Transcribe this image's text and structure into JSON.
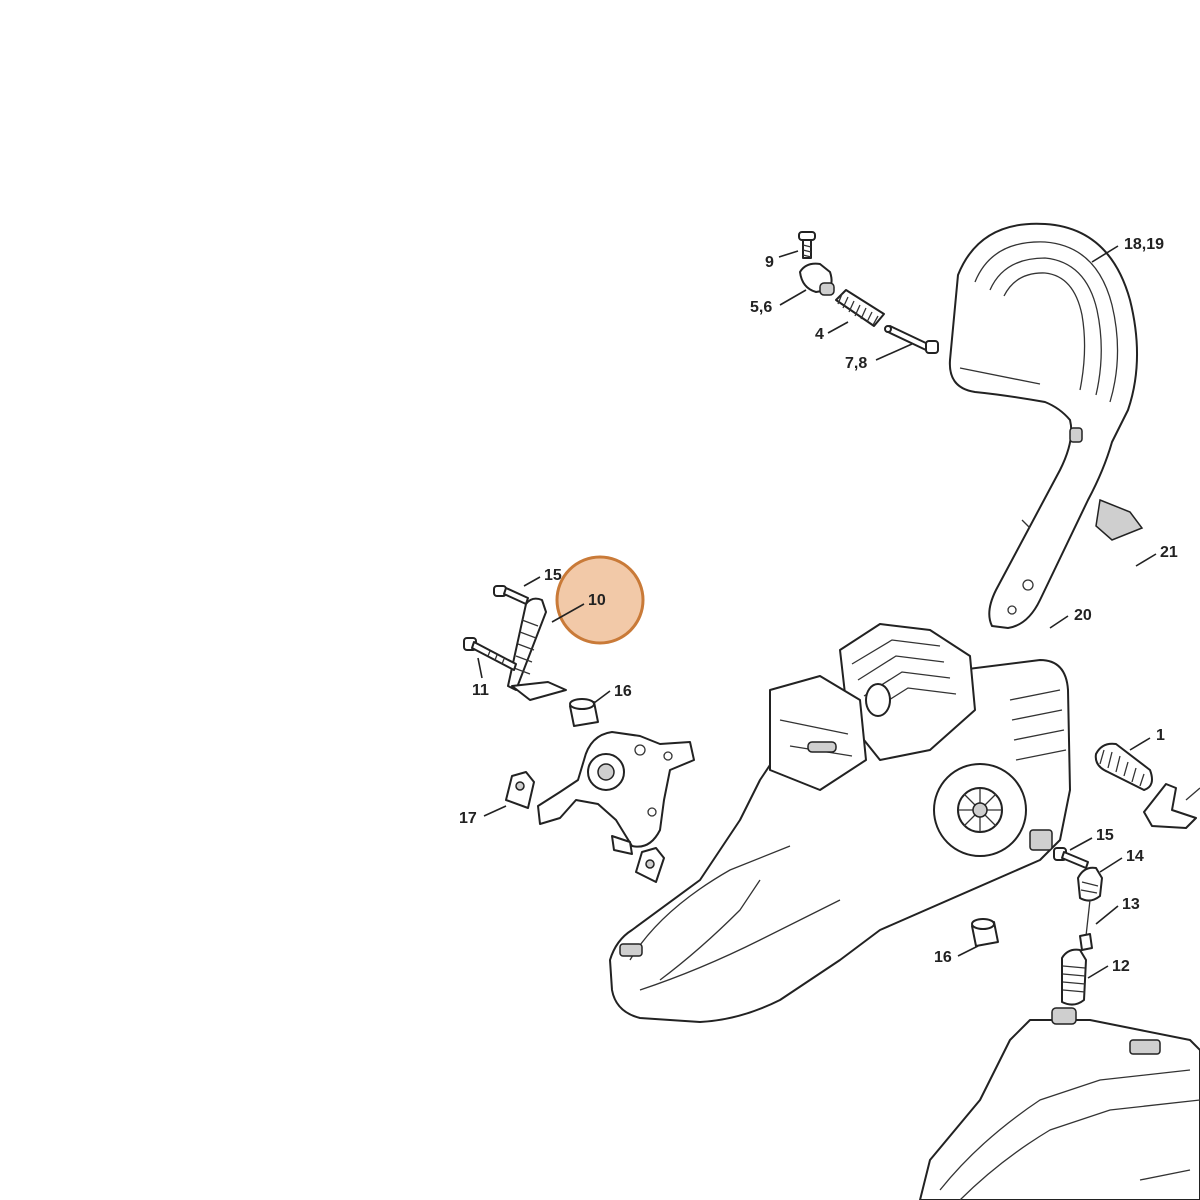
{
  "diagram": {
    "highlight": {
      "label": "10",
      "fill": "#f2c9a8",
      "stroke": "#c97a38"
    },
    "callouts": [
      {
        "id": "9",
        "text": "9"
      },
      {
        "id": "5-6",
        "text": "5,6"
      },
      {
        "id": "4",
        "text": "4"
      },
      {
        "id": "7-8",
        "text": "7,8"
      },
      {
        "id": "18-19",
        "text": "18,19"
      },
      {
        "id": "21",
        "text": "21"
      },
      {
        "id": "20",
        "text": "20"
      },
      {
        "id": "15a",
        "text": "15"
      },
      {
        "id": "11",
        "text": "11"
      },
      {
        "id": "16a",
        "text": "16"
      },
      {
        "id": "17",
        "text": "17"
      },
      {
        "id": "1",
        "text": "1"
      },
      {
        "id": "15b",
        "text": "15"
      },
      {
        "id": "14",
        "text": "14"
      },
      {
        "id": "13",
        "text": "13"
      },
      {
        "id": "12",
        "text": "12"
      },
      {
        "id": "16b",
        "text": "16"
      }
    ]
  }
}
